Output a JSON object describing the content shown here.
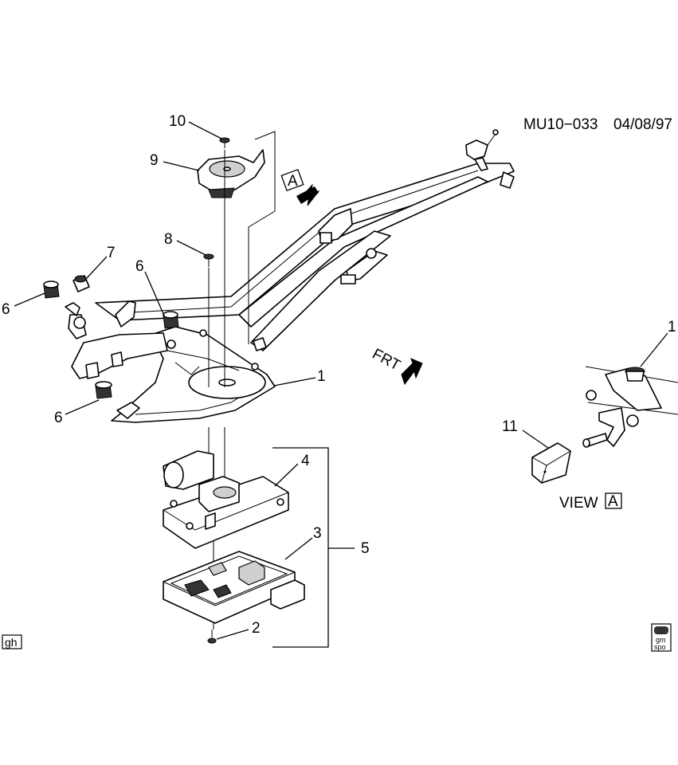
{
  "header": {
    "drawing_id": "MU10−033",
    "date": "04/08/97"
  },
  "callouts": {
    "c1_main": "1",
    "c1_view": "1",
    "c2": "2",
    "c3": "3",
    "c4": "4",
    "c5": "5",
    "c6_left": "6",
    "c6_mid": "6",
    "c6_lower": "6",
    "c7": "7",
    "c8": "8",
    "c9": "9",
    "c10": "10",
    "c11": "11"
  },
  "markers": {
    "front_label": "FRT",
    "view_ref_letter": "A",
    "view_title": "VIEW",
    "view_letter": "A"
  },
  "badges": {
    "corner_left": "gh",
    "corner_right_line1": "gm",
    "corner_right_line2": "spo"
  },
  "colors": {
    "ink": "#000000",
    "background": "#ffffff",
    "shade": "#cfcfcf"
  }
}
